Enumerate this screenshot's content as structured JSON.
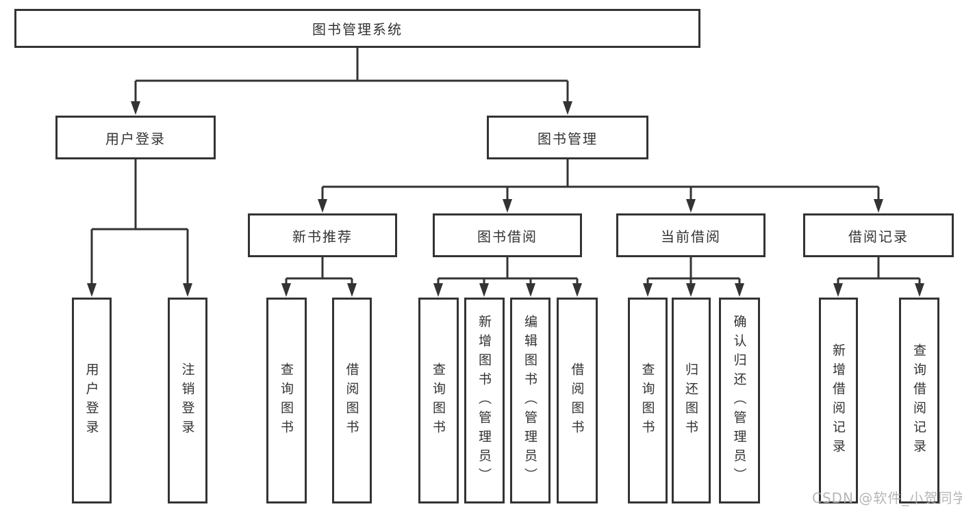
{
  "diagram": {
    "root_label": "图书管理系统",
    "branches": [
      "用户登录",
      "图书管理"
    ],
    "sections": [
      "新书推荐",
      "图书借阅",
      "当前借阅",
      "借阅记录"
    ],
    "leaves": [
      "用户登录",
      "注销登录",
      "查询图书",
      "借阅图书",
      "查询图书",
      "新增图书（管理员）",
      "编辑图书（管理员）",
      "借阅图书",
      "查询图书",
      "归还图书",
      "确认归还（管理员）",
      "新增借阅记录",
      "查询借阅记录"
    ]
  },
  "colors": {
    "line": "#333333",
    "text": "#333333",
    "watermark": "#b0b0b0"
  },
  "watermark": "CSDN @软件_小贺同学"
}
